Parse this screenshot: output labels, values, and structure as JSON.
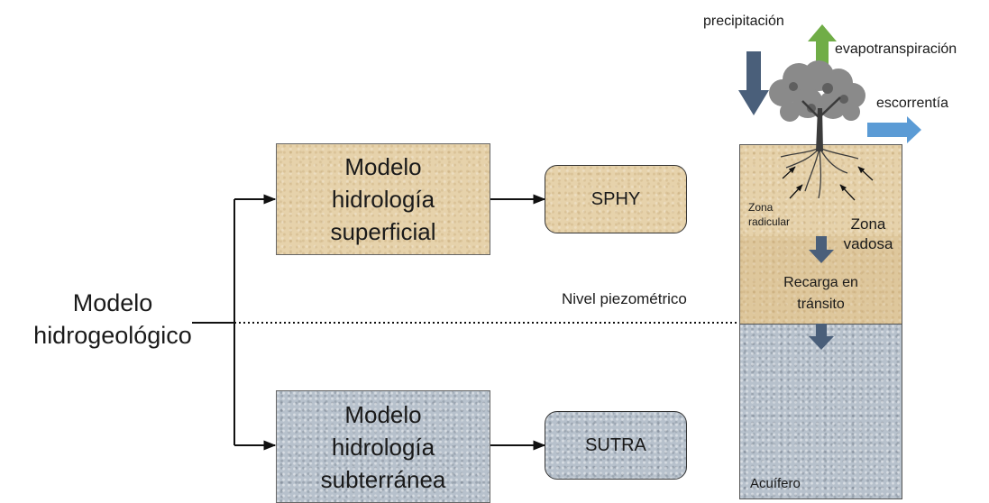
{
  "main": {
    "title_line1": "Modelo",
    "title_line2": "hidrogeológico"
  },
  "surface_model": {
    "line1": "Modelo",
    "line2": "hidrología",
    "line3": "superficial",
    "software": "SPHY"
  },
  "subsurface_model": {
    "line1": "Modelo",
    "line2": "hidrología",
    "line3": "subterránea",
    "software": "SUTRA"
  },
  "piezometric_label": "Nivel piezométrico",
  "soil_column": {
    "precipitation": "precipitación",
    "evapotranspiration": "evapotranspiración",
    "runoff": "escorrentía",
    "root_zone_line1": "Zona",
    "root_zone_line2": "radicular",
    "vadose_zone_line1": "Zona",
    "vadose_zone_line2": "vadosa",
    "recharge_line1": "Recarga en",
    "recharge_line2": "tránsito",
    "aquifer": "Acuífero"
  },
  "colors": {
    "sand": "#e6d2ab",
    "rock": "#b7c1cc",
    "down_arrow": "#4a5f7a",
    "evapotranspiration_arrow": "#70ad47",
    "runoff_arrow": "#5b9bd5"
  }
}
